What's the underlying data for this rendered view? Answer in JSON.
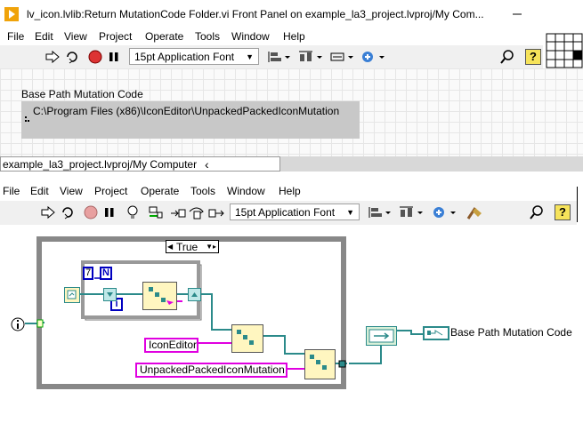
{
  "front_panel": {
    "title": "lv_icon.lvlib:Return MutationCode Folder.vi Front Panel on example_la3_project.lvproj/My Com...",
    "menu": [
      "File",
      "Edit",
      "View",
      "Project",
      "Operate",
      "Tools",
      "Window",
      "Help"
    ],
    "font_selector": "15pt Application Font",
    "indicator_label": "Base Path Mutation Code",
    "indicator_value": "C:\\Program Files (x86)\\IconEditor\\UnpackedPackedIconMutation"
  },
  "block_diagram": {
    "title_tab": "example_la3_project.lvproj/My Computer",
    "menu": [
      "File",
      "Edit",
      "View",
      "Project",
      "Operate",
      "Tools",
      "Window",
      "Help"
    ],
    "font_selector": "15pt Application Font",
    "case_selector": "True",
    "numeric_const": "7",
    "loop_count": "N",
    "loop_index": "i",
    "string_const_1": "IconEditor",
    "string_const_2": "UnpackedPackedIconMutation",
    "indicator_label": "Base Path Mutation Code"
  },
  "colors": {
    "wire_path": "#2b8a8a",
    "wire_string": "#e000e0",
    "wire_numeric": "#0000c0",
    "wire_bool": "#00a000",
    "toolbar": "#f0f0f0"
  }
}
